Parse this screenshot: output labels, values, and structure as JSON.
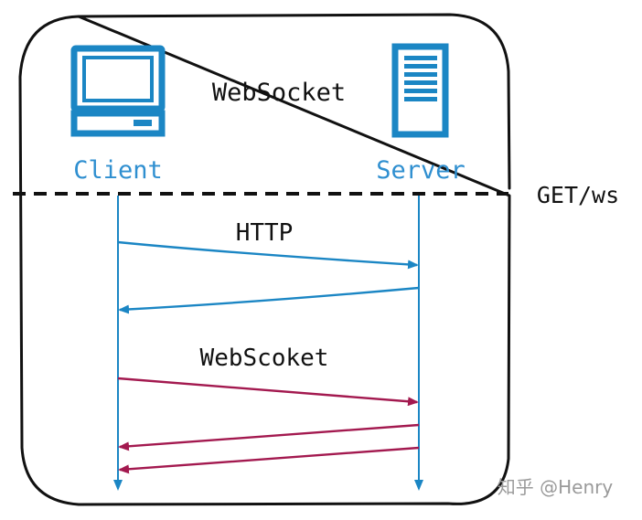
{
  "title": "WebSocket",
  "client_label": "Client",
  "server_label": "Server",
  "handshake_label": "GET/ws",
  "http_label": "HTTP",
  "ws_label": "WebScoket",
  "watermark": "知乎 @Henry",
  "colors": {
    "frame": "#111111",
    "blue": "#1b86c4",
    "maroon": "#a3194f",
    "text": "#111111",
    "label_blue": "#2f8fd0",
    "watermark": "#9a9a9a"
  },
  "icons": {
    "client": "monitor-icon",
    "server": "server-icon"
  }
}
